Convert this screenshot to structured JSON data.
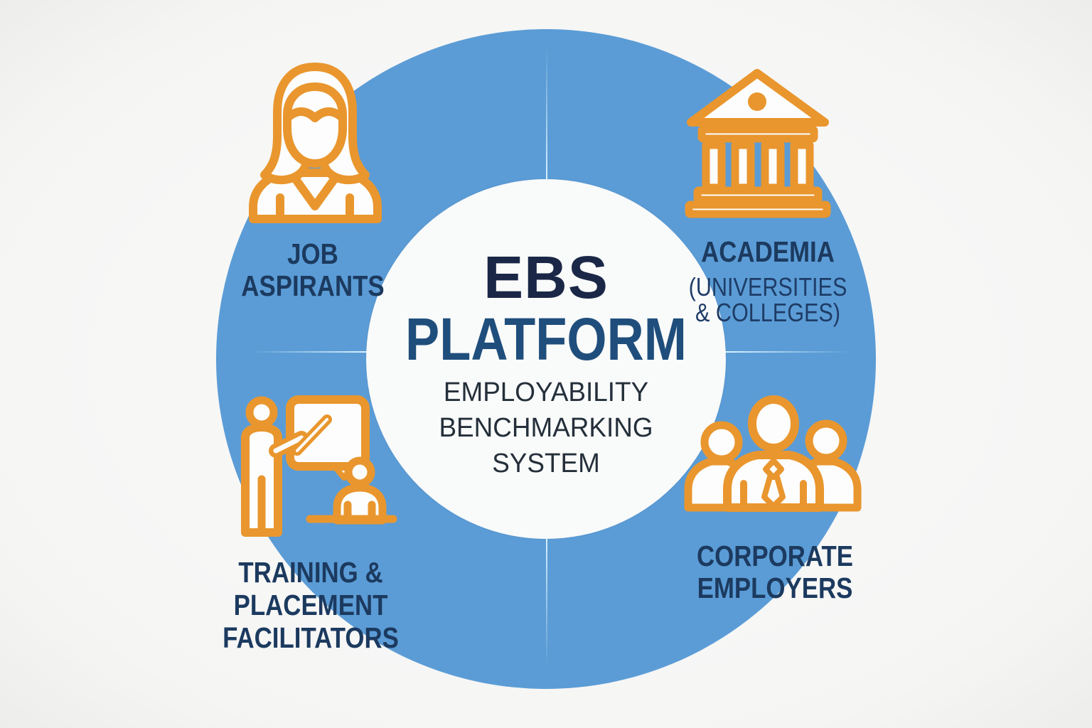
{
  "colors": {
    "ring_blue": "#5b9cd6",
    "icon_orange": "#e9962e",
    "label_navy": "#1c3a5f",
    "title_dark_navy": "#1a2746",
    "platform_blue": "#1f4e7c",
    "subtitle_dark": "#242f3a",
    "background": "#f5f5f4",
    "inner_circle": "#f9fafa"
  },
  "center": {
    "title_line1": "EBS",
    "title_line2": "PLATFORM",
    "subtitle_line1": "EMPLOYABILITY",
    "subtitle_line2": "BENCHMARKING",
    "subtitle_line3": "SYSTEM"
  },
  "quadrants": {
    "job_aspirants": {
      "icon": "female-professional-icon",
      "line1": "JOB",
      "line2": "ASPIRANTS"
    },
    "academia": {
      "icon": "university-building-icon",
      "line1": "ACADEMIA",
      "sub1": "(UNIVERSITIES",
      "sub2": "& COLLEGES)"
    },
    "training_placement": {
      "icon": "trainer-presentation-icon",
      "line1": "TRAINING &",
      "line2": "PLACEMENT",
      "line3": "FACILITATORS"
    },
    "corporate_employers": {
      "icon": "employee-group-icon",
      "line1": "CORPORATE",
      "line2": "EMPLOYERS"
    }
  }
}
